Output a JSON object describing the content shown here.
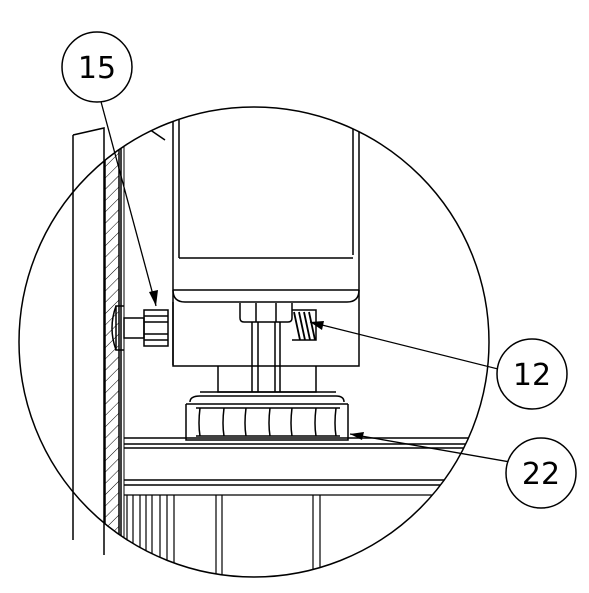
{
  "callouts": [
    {
      "id": "15",
      "label": "15"
    },
    {
      "id": "12",
      "label": "12"
    },
    {
      "id": "22",
      "label": "22"
    }
  ],
  "colors": {
    "line": "#000000",
    "background": "#ffffff"
  }
}
